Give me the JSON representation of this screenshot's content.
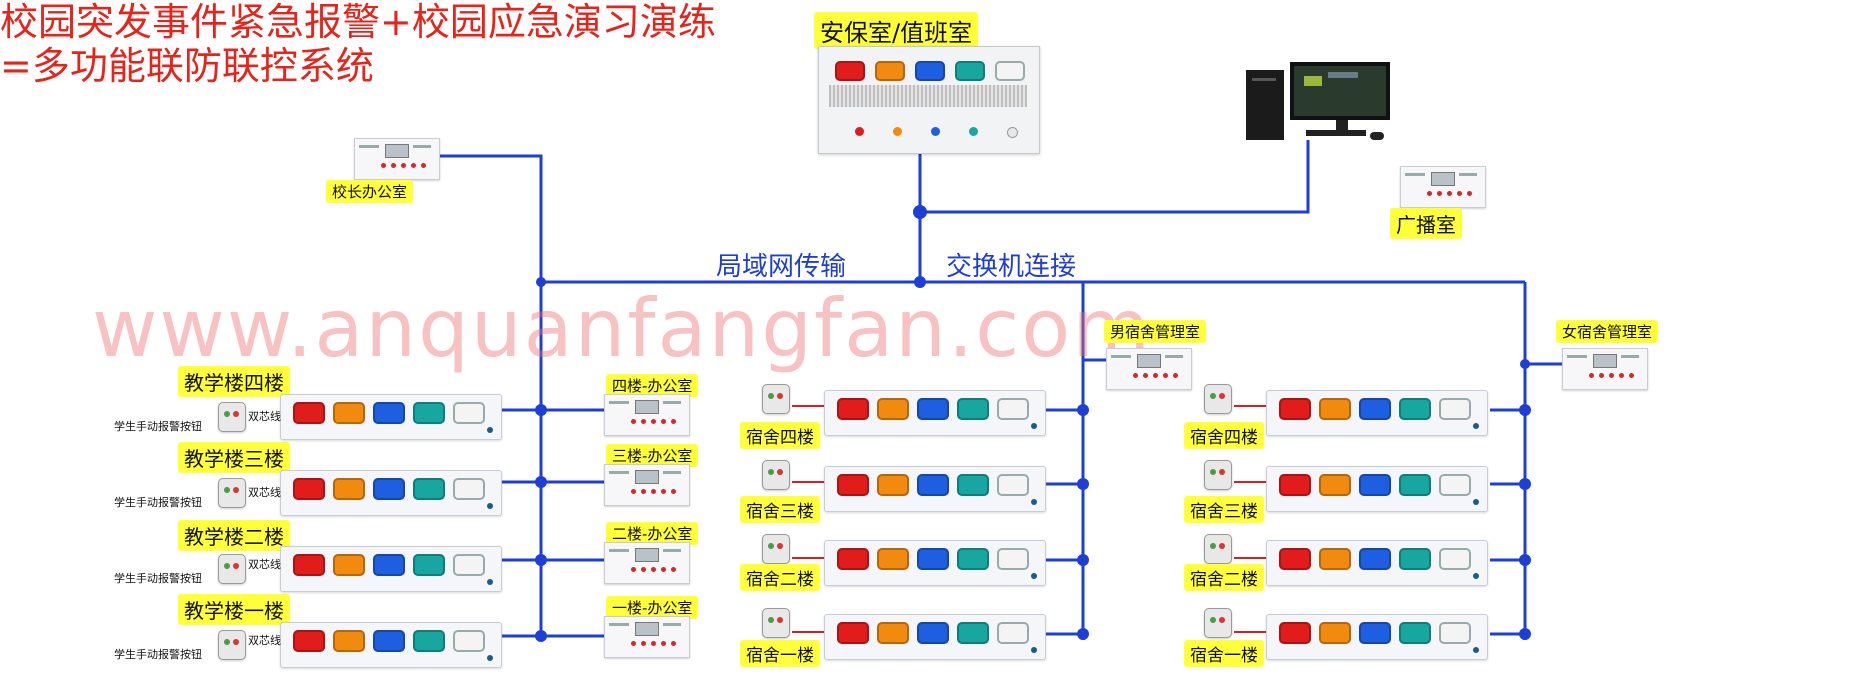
{
  "title": {
    "line1": "校园突发事件紧急报警+校园应急演习演练",
    "line2": "=多功能联防联控系统"
  },
  "watermark": "www.anquanfangfan.com",
  "network": {
    "lan_label": "局域网传输",
    "switch_label": "交换机连接"
  },
  "rooms": {
    "security": "安保室/值班室",
    "principal": "校长办公室",
    "broadcast": "广播室",
    "male_dorm_mgmt": "男宿舍管理室",
    "female_dorm_mgmt": "女宿舍管理室"
  },
  "teaching_floors": [
    "教学楼四楼",
    "教学楼三楼",
    "教学楼二楼",
    "教学楼一楼"
  ],
  "floor_offices": [
    "四楼-办公室",
    "三楼-办公室",
    "二楼-办公室",
    "一楼-办公室"
  ],
  "dorm_floors": [
    "宿舍四楼",
    "宿舍三楼",
    "宿舍二楼",
    "宿舍一楼"
  ],
  "student_button_caption": "学生手动报警按钮",
  "wire_label": "双芯线",
  "icons": [
    "alarm-panel-icon",
    "alarm-terminal-icon",
    "call-button-icon",
    "computer-icon",
    "network-node-icon"
  ],
  "colors": {
    "title": "#e8231a",
    "network_line": "#1e3fd6",
    "label_highlight": "#ffff3a",
    "lamp_red": "#e21b1b",
    "lamp_orange": "#f28a10",
    "lamp_blue": "#1d5fe0",
    "lamp_teal": "#17a7a0",
    "lamp_white": "#f4f4f4"
  }
}
